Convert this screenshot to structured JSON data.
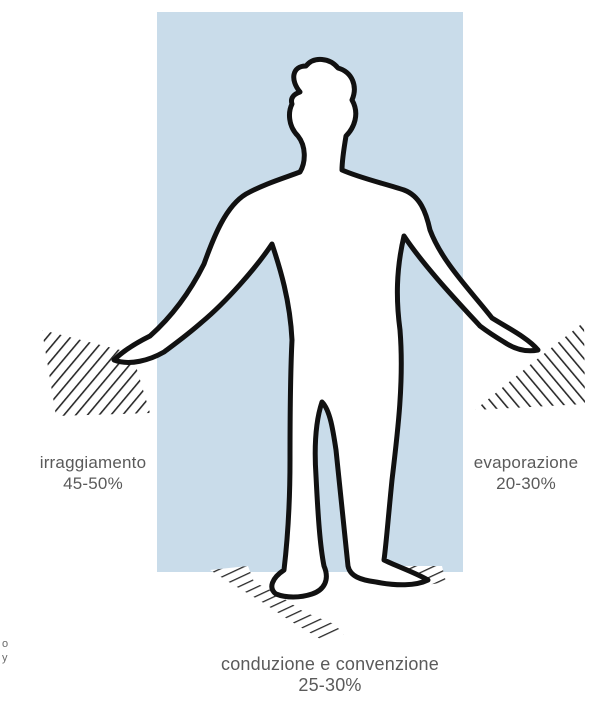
{
  "colors": {
    "panel": "#c9dcea",
    "outline": "#111111",
    "body_fill": "#ffffff",
    "hatch": "#2a2a2a",
    "label_text": "#5a5a5a"
  },
  "labels": {
    "radiation": {
      "name": "irraggiamento",
      "percent": "45-50%"
    },
    "evaporation": {
      "name": "evaporazione",
      "percent": "20-30%"
    },
    "conduction": {
      "name": "conduzione e convenzione",
      "percent": "25-30%"
    }
  },
  "edge_fragments": [
    "o",
    "y"
  ]
}
